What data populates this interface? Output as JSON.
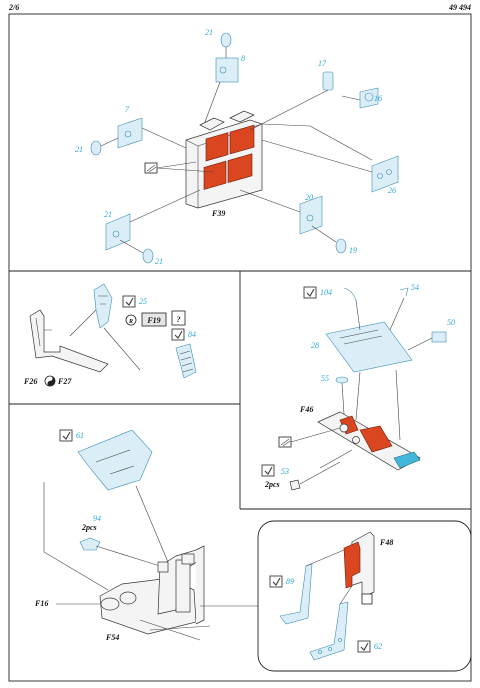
{
  "header": {
    "page": "2/6",
    "code": "49 494"
  },
  "section1": {
    "assembly_label": "F39",
    "parts": [
      "21",
      "8",
      "17",
      "16",
      "7",
      "21",
      "26",
      "20",
      "19",
      "21",
      "21"
    ]
  },
  "section2": {
    "parts": [
      "25",
      "84"
    ],
    "ref_label": "F19",
    "question": "?",
    "assemblies": [
      "F26",
      "F27"
    ]
  },
  "section3": {
    "parts": [
      "104",
      "54",
      "28",
      "50",
      "55",
      "53"
    ],
    "assembly_label": "F46",
    "qty": "2pcs"
  },
  "section4": {
    "parts": [
      "61",
      "94"
    ],
    "qty": "2pcs",
    "labels": [
      "F16",
      "F54"
    ]
  },
  "section5": {
    "parts": [
      "89",
      "62"
    ],
    "label": "F48"
  },
  "colors": {
    "part_number": "#2aa7d6",
    "painted": "#d9461f",
    "etched": "#dbeef8"
  }
}
